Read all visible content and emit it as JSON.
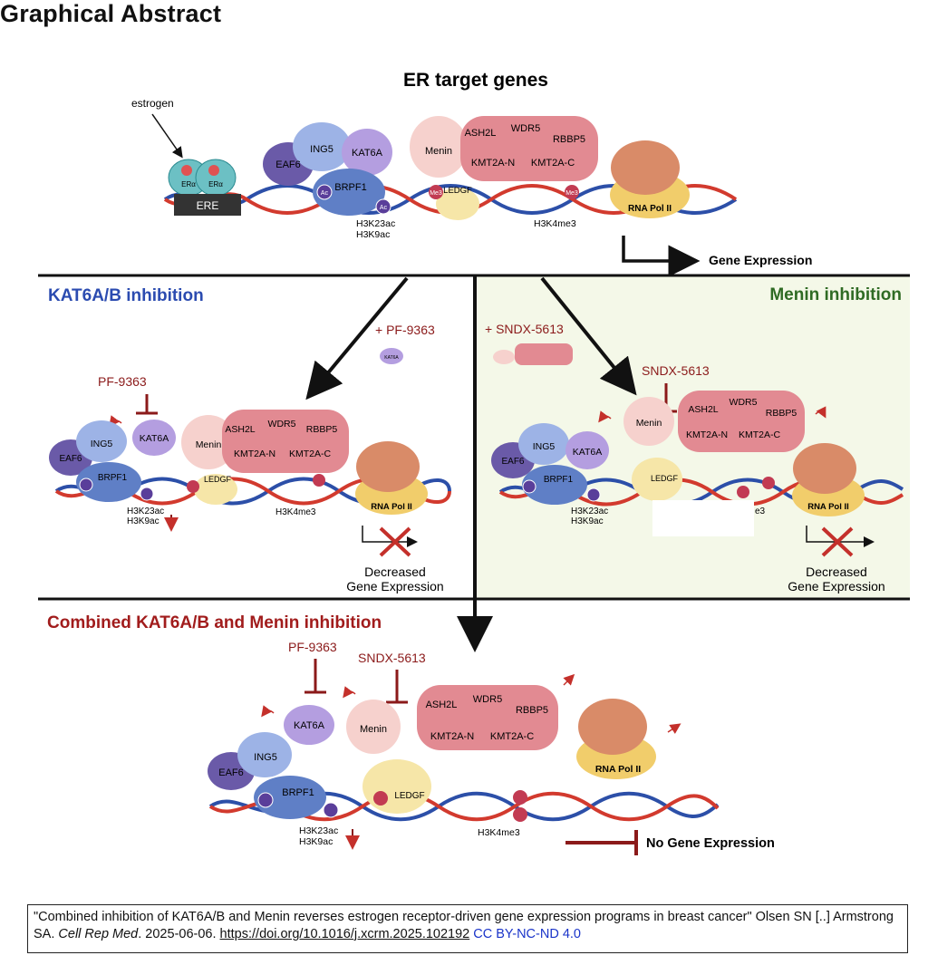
{
  "page_title": "Graphical Abstract",
  "top": {
    "title": "ER target genes",
    "estrogen": "estrogen",
    "er_alpha": "ERα",
    "ere": "ERE",
    "ing5": "ING5",
    "kat6a": "KAT6A",
    "eaf6": "EAF6",
    "brpf1": "BRPF1",
    "ac": "Ac",
    "me3": "Me3",
    "menin": "Menin",
    "ash2l": "ASH2L",
    "wdr5": "WDR5",
    "rbbp5": "RBBP5",
    "kmt2a_n": "KMT2A-N",
    "kmt2a_c": "KMT2A-C",
    "ledgf": "LEDGF",
    "rna_pol": "RNA Pol II",
    "h3k23ac": "H3K23ac",
    "h3k9ac": "H3K9ac",
    "h3k4me3": "H3K4me3",
    "gene_expression": "Gene Expression"
  },
  "left_panel": {
    "title": "KAT6A/B inhibition",
    "drug_add": "+ PF-9363",
    "drug": "PF-9363",
    "mini_kat6a": "KAT6A",
    "decreased": "Decreased",
    "gene_expression": "Gene Expression"
  },
  "right_panel": {
    "title": "Menin inhibition",
    "drug_add": "+ SNDX-5613",
    "drug": "SNDX-5613",
    "decreased": "Decreased",
    "gene_expression": "Gene Expression"
  },
  "bottom_panel": {
    "title": "Combined KAT6A/B and Menin inhibition",
    "drug1": "PF-9363",
    "drug2": "SNDX-5613",
    "no_expression": "No Gene Expression"
  },
  "citation": {
    "quote": "\"Combined inhibition of KAT6A/B and Menin reverses estrogen receptor-driven gene expression programs in breast cancer\" Olsen SN [..] Armstrong SA.",
    "journal": "Cell Rep Med",
    "date": ". 2025-06-06.",
    "doi": "https://doi.org/10.1016/j.xcrm.2025.102192",
    "license": "CC BY-NC-ND 4.0"
  },
  "colors": {
    "kat6_title": "#2b4bb0",
    "menin_title": "#2f6b24",
    "combined_title": "#a11c1c",
    "inhibitor": "#8b1a1a",
    "menin_bg": "#f4f8e8"
  }
}
